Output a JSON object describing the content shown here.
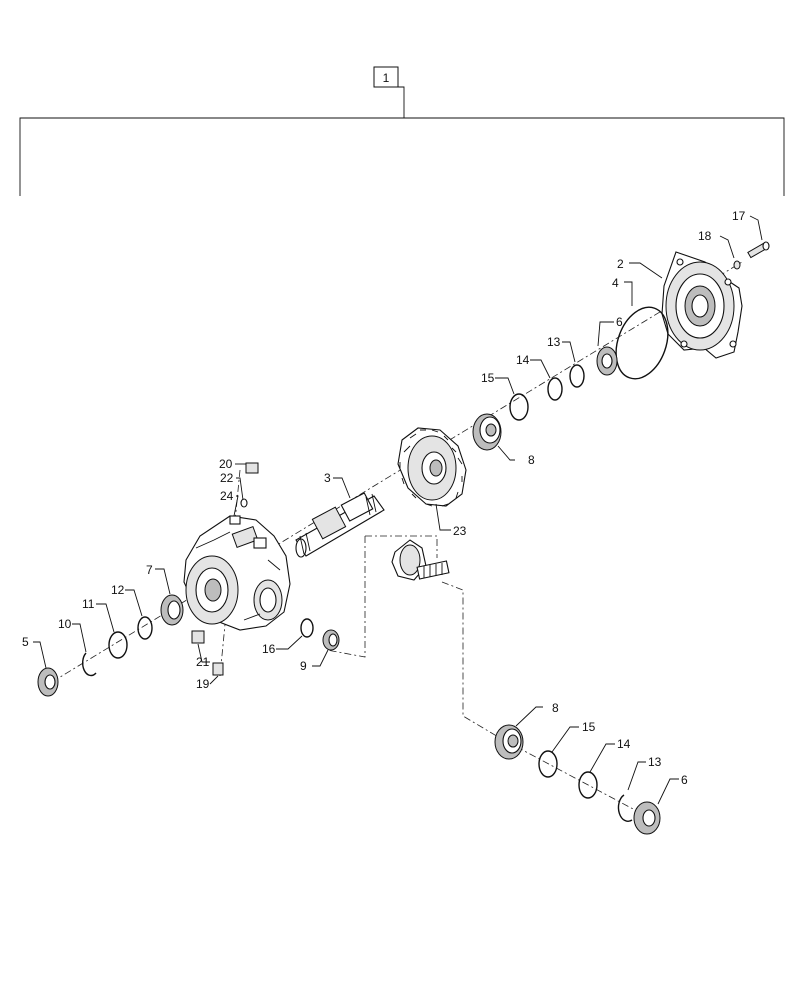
{
  "assembly": {
    "label": "1"
  },
  "callouts": [
    {
      "id": "c2",
      "text": "2"
    },
    {
      "id": "c3",
      "text": "3"
    },
    {
      "id": "c4",
      "text": "4"
    },
    {
      "id": "c5",
      "text": "5"
    },
    {
      "id": "c6a",
      "text": "6"
    },
    {
      "id": "c6b",
      "text": "6"
    },
    {
      "id": "c7",
      "text": "7"
    },
    {
      "id": "c8a",
      "text": "8"
    },
    {
      "id": "c8b",
      "text": "8"
    },
    {
      "id": "c9",
      "text": "9"
    },
    {
      "id": "c10",
      "text": "10"
    },
    {
      "id": "c11",
      "text": "11"
    },
    {
      "id": "c12",
      "text": "12"
    },
    {
      "id": "c13a",
      "text": "13"
    },
    {
      "id": "c13b",
      "text": "13"
    },
    {
      "id": "c14a",
      "text": "14"
    },
    {
      "id": "c14b",
      "text": "14"
    },
    {
      "id": "c15a",
      "text": "15"
    },
    {
      "id": "c15b",
      "text": "15"
    },
    {
      "id": "c16",
      "text": "16"
    },
    {
      "id": "c17",
      "text": "17"
    },
    {
      "id": "c18",
      "text": "18"
    },
    {
      "id": "c19",
      "text": "19"
    },
    {
      "id": "c20",
      "text": "20"
    },
    {
      "id": "c21",
      "text": "21"
    },
    {
      "id": "c22",
      "text": "22"
    },
    {
      "id": "c23",
      "text": "23"
    },
    {
      "id": "c24",
      "text": "24"
    }
  ]
}
